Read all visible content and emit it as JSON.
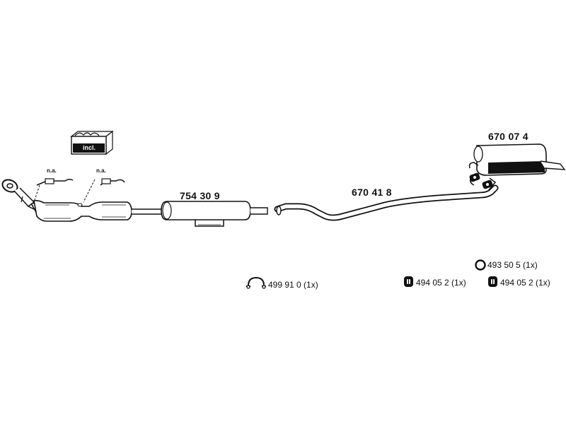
{
  "parts": {
    "front_silencer": {
      "number": "754 30 9"
    },
    "middle_pipe": {
      "number": "670 41 8"
    },
    "rear_silencer": {
      "number": "670 07 4"
    }
  },
  "accessories": {
    "clamp": {
      "number": "499 91 0 (1x)"
    },
    "ring": {
      "number": "493 50 5 (1x)"
    },
    "hanger_a": {
      "number": "494 05 2 (1x)"
    },
    "hanger_b": {
      "number": "494 05 2 (1x)"
    }
  },
  "sensors": {
    "sensor_1": {
      "note": "n.a."
    },
    "sensor_2": {
      "note": "n.a."
    }
  },
  "kit_box": {
    "label": "incl."
  }
}
